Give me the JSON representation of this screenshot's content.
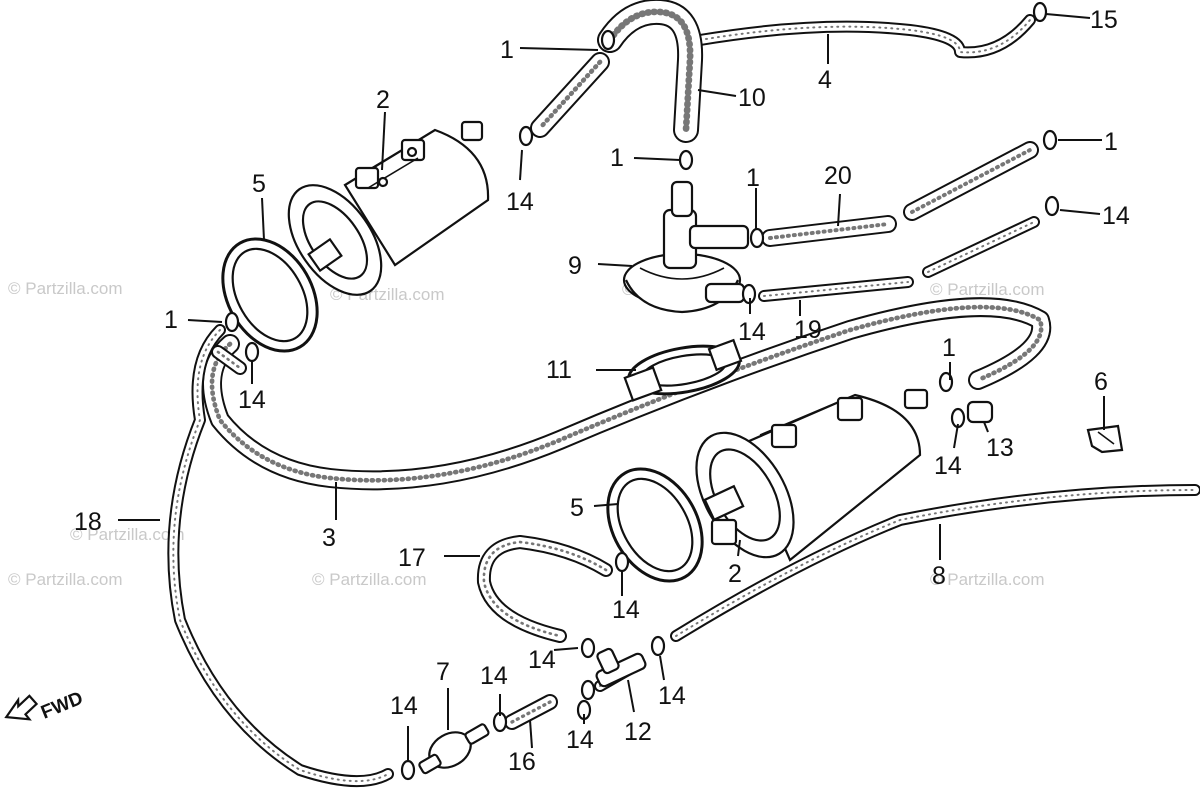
{
  "diagram": {
    "watermark": "© Partzilla.com",
    "direction": "FWD",
    "callouts": [
      {
        "key": "c1a",
        "number": "1"
      },
      {
        "key": "c15",
        "number": "15"
      },
      {
        "key": "c4",
        "number": "4"
      },
      {
        "key": "c10",
        "number": "10"
      },
      {
        "key": "c2a",
        "number": "2"
      },
      {
        "key": "c14a",
        "number": "14"
      },
      {
        "key": "c1b",
        "number": "1"
      },
      {
        "key": "c1c",
        "number": "1"
      },
      {
        "key": "c1d",
        "number": "1"
      },
      {
        "key": "c20",
        "number": "20"
      },
      {
        "key": "c14b",
        "number": "14"
      },
      {
        "key": "c5a",
        "number": "5"
      },
      {
        "key": "c9",
        "number": "9"
      },
      {
        "key": "c14c",
        "number": "14"
      },
      {
        "key": "c19",
        "number": "19"
      },
      {
        "key": "c1e",
        "number": "1"
      },
      {
        "key": "c14d",
        "number": "14"
      },
      {
        "key": "c11",
        "number": "11"
      },
      {
        "key": "c1f",
        "number": "1"
      },
      {
        "key": "c6",
        "number": "6"
      },
      {
        "key": "c14e",
        "number": "14"
      },
      {
        "key": "c13",
        "number": "13"
      },
      {
        "key": "c3",
        "number": "3"
      },
      {
        "key": "c5b",
        "number": "5"
      },
      {
        "key": "c18",
        "number": "18"
      },
      {
        "key": "c17",
        "number": "17"
      },
      {
        "key": "c2b",
        "number": "2"
      },
      {
        "key": "c8",
        "number": "8"
      },
      {
        "key": "c14f",
        "number": "14"
      },
      {
        "key": "c14g",
        "number": "14"
      },
      {
        "key": "c7",
        "number": "7"
      },
      {
        "key": "c14h",
        "number": "14"
      },
      {
        "key": "c14i",
        "number": "14"
      },
      {
        "key": "c12",
        "number": "12"
      },
      {
        "key": "c14j",
        "number": "14"
      },
      {
        "key": "c14k",
        "number": "14"
      },
      {
        "key": "c16",
        "number": "16"
      }
    ]
  }
}
